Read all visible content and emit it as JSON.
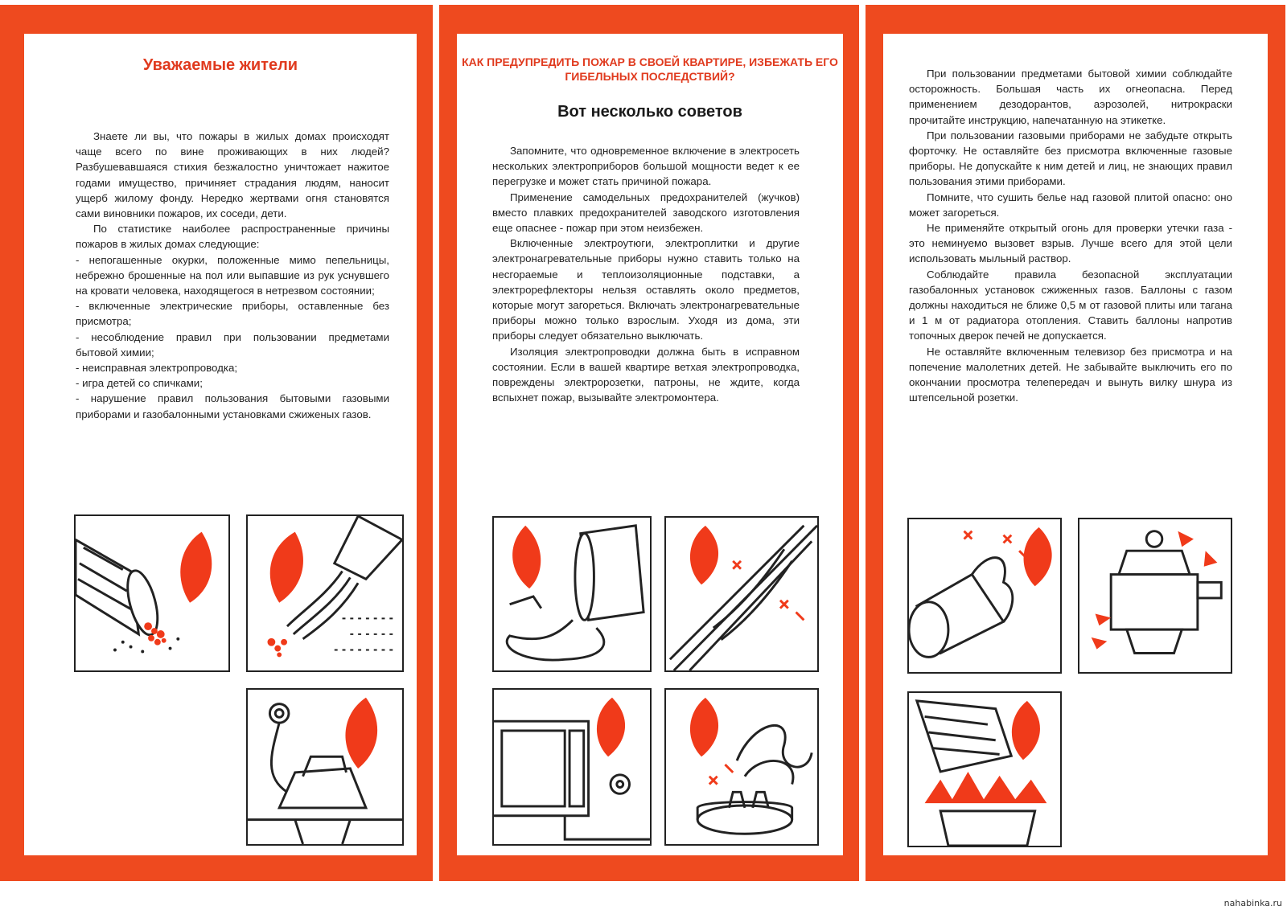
{
  "panel1": {
    "title": "Уважаемые жители",
    "paragraphs": [
      "Знаете ли вы, что пожары в жилых домах происходят чаще всего по вине проживающих в них людей? Разбушевавшаяся стихия безжалостно уничтожает нажитое годами имущество, причиняет страдания людям, наносит ущерб жилому фонду. Нередко жертвами огня становятся сами виновники пожаров, их соседи, дети.",
      "По статистике наиболее распространенные причины пожаров в жилых домах следующие:"
    ],
    "items": [
      "- непогашенные окурки, положенные мимо пепельницы, небрежно брошенные на пол или выпавшие из рук уснувшего на кровати человека, находящегося в нетрезвом состоянии;",
      "- включенные электрические приборы, оставленные без присмотра;",
      "- несоблюдение правил при пользовании предметами бытовой химии;",
      "- неисправная электропроводка;",
      "- игра детей со спичками;",
      "- нарушение правил пользования бытовыми газовыми приборами и газобалонными установками сжиженых газов."
    ]
  },
  "panel2": {
    "heading": "КАК ПРЕДУПРЕДИТЬ ПОЖАР В СВОЕЙ КВАРТИРЕ, ИЗБЕЖАТЬ ЕГО ГИБЕЛЬНЫХ ПОСЛЕДСТВИЙ?",
    "subtitle": "Вот несколько советов",
    "paragraphs": [
      "Запомните, что одновременное включение в электросеть нескольких электроприборов большой мощности ведет к ее перегрузке и может стать причиной пожара.",
      "Применение самодельных предохранителей (жучков) вместо плавких предохранителей заводского изготовления еще опаснее - пожар при этом неизбежен.",
      "Включенные электроутюги, электроплитки и другие электронагревательные приборы нужно ставить только на несгораемые и теплоизоляционные подставки, а электрорефлекторы нельзя оставлять около предметов, которые могут загореться. Включать электронагревательные приборы можно только взрослым. Уходя из дома, эти приборы следует обязательно выключать.",
      "Изоляция электропроводки должна быть в исправном состоянии. Если в вашей квартире ветхая электропроводка, повреждены электророзетки, патроны, не ждите, когда вспыхнет пожар, вызывайте электромонтера."
    ]
  },
  "panel3": {
    "paragraphs": [
      "При пользовании предметами бытовой химии соблюдайте осторожность. Большая часть их огнеопасна. Перед применением дезодорантов, аэрозолей, нитрокраски прочитайте инструкцию, напечатанную на этикетке.",
      "При пользовании газовыми приборами не забудьте открыть форточку. Не оставляйте без присмотра включенные газовые приборы. Не допускайте к ним детей и лиц, не знающих правил пользования этими приборами.",
      "Помните, что сушить белье над газовой плитой опасно: оно может загореться.",
      "Не применяйте открытый огонь для проверки утечки газа - это неминуемо вызовет взрыв. Лучше всего для этой цели использовать мыльный раствор.",
      "Соблюдайте правила безопасной эксплуатации газобалонных установок сжиженных газов. Баллоны с газом должны находиться не ближе 0,5 м от газовой плиты или тагана и 1 м от радиатора отопления. Ставить баллоны напротив топочных дверок печей не допускается.",
      "Не оставляйте включенным телевизор без присмотра и на попечение малолетних детей. Не забывайте выключить его по окончании просмотра телепередач и вынуть вилку шнура из штепсельной розетки."
    ]
  },
  "watermark": "nahabinka.ru",
  "colors": {
    "frame": "#ee4a1f",
    "flame": "#f03a1a",
    "ink": "#222222"
  },
  "illustrations": [
    "cigarette-ash-illustration",
    "cigarette-on-carpet-illustration",
    "iron-illustration",
    "spilled-chemical-can-illustration",
    "broom-sparks-illustration",
    "television-illustration",
    "hotplate-wires-illustration",
    "light-bulb-sparks-illustration",
    "gas-cylinder-valve-illustration",
    "laundry-over-gas-burner-illustration"
  ]
}
